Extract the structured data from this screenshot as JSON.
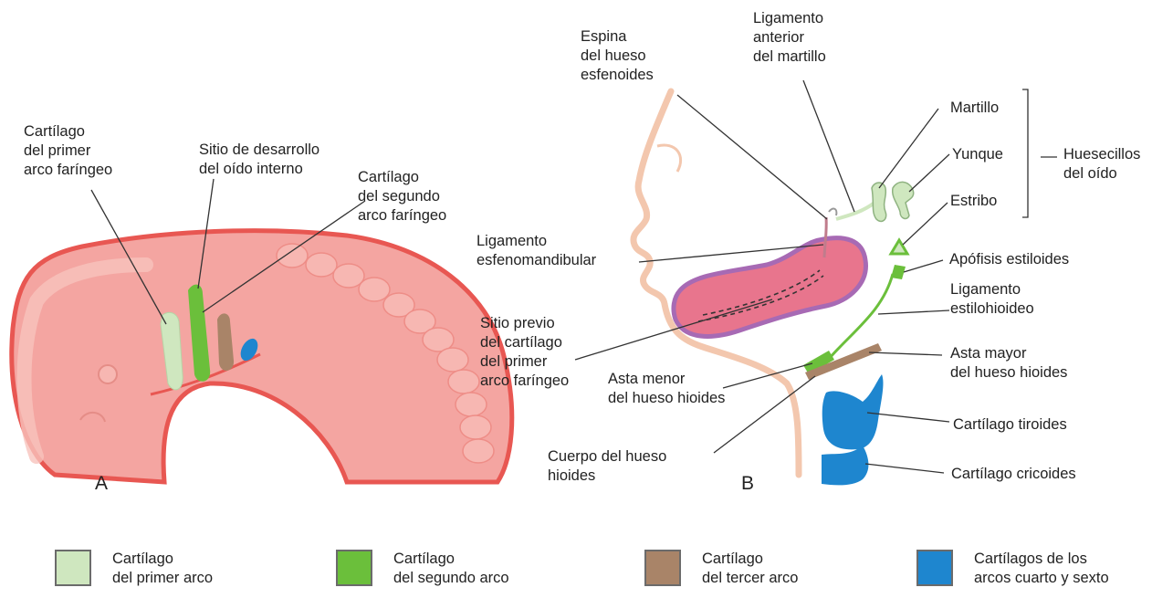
{
  "colors": {
    "first_arch": "#cfe7bf",
    "second_arch": "#6bbf3b",
    "third_arch": "#a98468",
    "fourth_sixth_arch": "#1e86cf",
    "embryo_skin": "#f4a5a1",
    "embryo_edge": "#e85752",
    "face_outline": "#f3c7ae",
    "mandible_fill": "#e8758d",
    "mandible_edge": "#a76ab4"
  },
  "panels": {
    "a": "A",
    "b": "B"
  },
  "panel_a": {
    "label_first_arch_cartilage": [
      "Cartílago",
      "del primer",
      "arco faríngeo"
    ],
    "label_inner_ear": [
      "Sitio de desarrollo",
      "del oído interno"
    ],
    "label_second_arch_cartilage": [
      "Cartílago",
      "del segundo",
      "arco faríngeo"
    ]
  },
  "panel_b": {
    "sphenoid_spine": [
      "Espina",
      "del hueso",
      "esfenoides"
    ],
    "anterior_ligament": [
      "Ligamento",
      "anterior",
      "del martillo"
    ],
    "malleus": "Martillo",
    "incus": "Yunque",
    "stapes": "Estribo",
    "ossicles_group": [
      "Huesecillos",
      "del oído"
    ],
    "sphenomandibular_ligament": [
      "Ligamento",
      "esfenomandibular"
    ],
    "styloid_process": "Apófisis estiloides",
    "stylohyoid_ligament": [
      "Ligamento",
      "estilohioideo"
    ],
    "former_cartilage_site": [
      "Sitio previo",
      "del cartílago",
      "del primer",
      "arco faríngeo"
    ],
    "lesser_horn": [
      "Asta menor",
      "del hueso hioides"
    ],
    "greater_horn": [
      "Asta mayor",
      "del hueso hioides"
    ],
    "thyroid_cartilage": "Cartílago tiroides",
    "cricoid_cartilage": "Cartílago cricoides",
    "hyoid_body": [
      "Cuerpo del hueso",
      "hioides"
    ]
  },
  "legend": [
    {
      "lines": [
        "Cartílago",
        "del primer arco"
      ],
      "color_key": "first_arch"
    },
    {
      "lines": [
        "Cartílago",
        "del segundo arco"
      ],
      "color_key": "second_arch"
    },
    {
      "lines": [
        "Cartílago",
        "del tercer arco"
      ],
      "color_key": "third_arch"
    },
    {
      "lines": [
        "Cartílagos de los",
        "arcos cuarto y sexto"
      ],
      "color_key": "fourth_sixth_arch"
    }
  ]
}
